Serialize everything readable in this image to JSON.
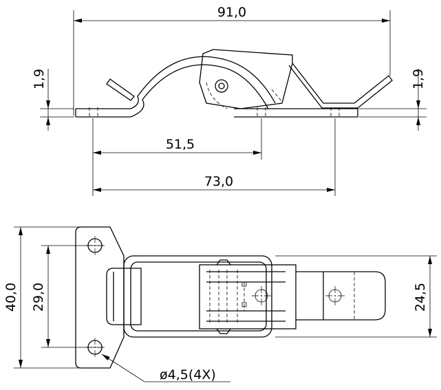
{
  "dimensions": {
    "overall_length": "91,0",
    "left_thickness": "1,9",
    "right_thickness": "1,9",
    "hole_to_catch": "51,5",
    "hole_spacing_length": "73,0",
    "plate_height": "40,0",
    "hole_spacing_height": "29,0",
    "body_width": "24,5",
    "hole_diameter": "ø4,5(4X)"
  }
}
